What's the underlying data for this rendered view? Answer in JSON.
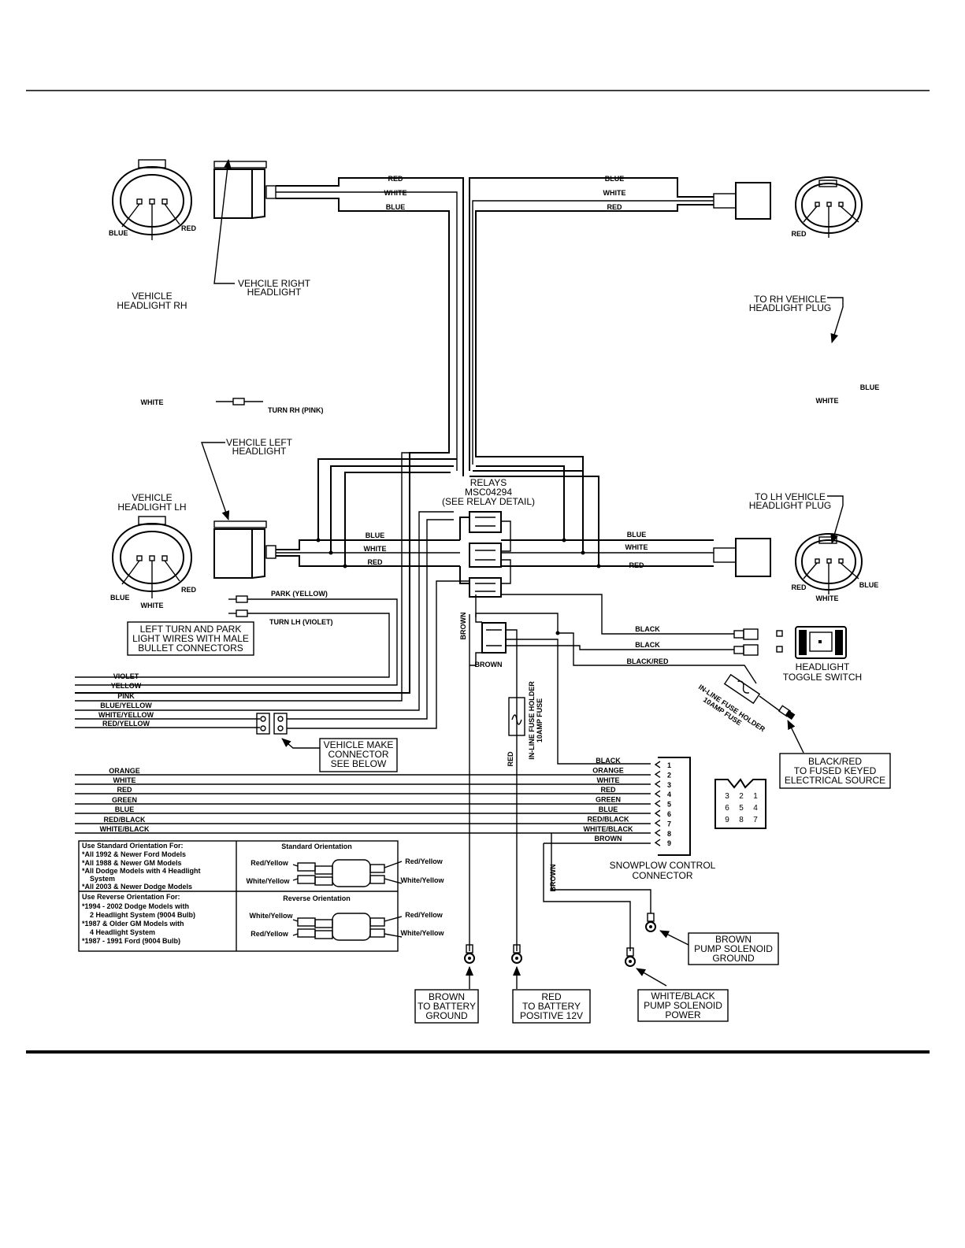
{
  "components": {
    "rh_headlight_label": [
      "VEHICLE",
      "HEADLIGHT RH"
    ],
    "rh_headlight_callout": [
      "VEHCILE RIGHT",
      "HEADLIGHT"
    ],
    "lh_headlight_label": [
      "VEHICLE",
      "HEADLIGHT LH"
    ],
    "lh_headlight_callout": [
      "VEHCILE LEFT",
      "HEADLIGHT"
    ],
    "rh_plug_label": [
      "TO RH VEHICLE",
      "HEADLIGHT PLUG"
    ],
    "lh_plug_label": [
      "TO LH VEHICLE",
      "HEADLIGHT PLUG"
    ],
    "relays_label": [
      "RELAYS",
      "MSC04294",
      "(SEE RELAY DETAIL)"
    ],
    "turn_rh_label": "TURN RH (PINK)",
    "park_label": "PARK (YELLOW)",
    "turn_lh_label": "TURN LH (VIOLET)",
    "bullet_box": [
      "LEFT TURN AND PARK",
      "LIGHT WIRES WITH MALE",
      "BULLET CONNECTORS"
    ],
    "vehicle_make_box": [
      "VEHICLE MAKE",
      "CONNECTOR",
      "SEE BELOW"
    ],
    "toggle_label": [
      "HEADLIGHT",
      "TOGGLE SWITCH"
    ],
    "fuse_keyed_label": [
      "IN-LINE FUSE HOLDER",
      "10AMP FUSE"
    ],
    "keyed_box": [
      "BLACK/RED",
      "TO FUSED KEYED",
      "ELECTRICAL SOURCE"
    ],
    "inline_fuse_label": [
      "IN-LINE FUSE HOLDER",
      "10AMP FUSE"
    ],
    "snowplow_label": [
      "SNOWPLOW CONTROL",
      "CONNECTOR"
    ],
    "battery_ground_box": [
      "BROWN",
      "TO BATTERY",
      "GROUND"
    ],
    "battery_pos_box": [
      "RED",
      "TO BATTERY",
      "POSITIVE 12V"
    ],
    "pump_power_box": [
      "WHITE/BLACK",
      "PUMP SOLENOID",
      "POWER"
    ],
    "pump_ground_box": [
      "BROWN",
      "PUMP SOLENOID",
      "GROUND"
    ]
  },
  "pin_labels": {
    "rh_headlight": [
      "BLUE",
      "WHITE",
      "RED"
    ],
    "rh_plug": [
      "RED",
      "WHITE",
      "BLUE"
    ],
    "lh_headlight": [
      "BLUE",
      "WHITE",
      "RED"
    ],
    "lh_plug": [
      "RED",
      "WHITE",
      "BLUE"
    ]
  },
  "wire_labels": {
    "rh_left": [
      "RED",
      "WHITE",
      "BLUE"
    ],
    "rh_right": [
      "BLUE",
      "WHITE",
      "RED"
    ],
    "lh_left": [
      "BLUE",
      "WHITE",
      "RED"
    ],
    "lh_right": [
      "BLUE",
      "WHITE",
      "RED"
    ],
    "switch": [
      "BLACK",
      "BLACK",
      "BLACK/RED"
    ],
    "brown_vertical": "BROWN",
    "brown_horizontal": "BROWN",
    "red_vertical": "RED",
    "brown_pump": "BROWN"
  },
  "harness_wires_upper": [
    "VIOLET",
    "YELLOW",
    "PINK",
    "BLUE/YELLOW",
    "WHITE/YELLOW",
    "RED/YELLOW"
  ],
  "harness_wires_lower": [
    "ORANGE",
    "WHITE",
    "RED",
    "GREEN",
    "BLUE",
    "RED/BLACK",
    "WHITE/BLACK"
  ],
  "snowplow_connector": {
    "wires": [
      "BLACK",
      "ORANGE",
      "WHITE",
      "RED",
      "GREEN",
      "BLUE",
      "RED/BLACK",
      "WHITE/BLACK",
      "BROWN"
    ],
    "pins": [
      "1",
      "2",
      "3",
      "4",
      "5",
      "6",
      "7",
      "8",
      "9"
    ],
    "pin_grid": [
      [
        "3",
        "2",
        "1"
      ],
      [
        "6",
        "5",
        "4"
      ],
      [
        "9",
        "8",
        "7"
      ]
    ]
  },
  "orientation_table": {
    "standard_heading": "Use Standard Orientation For:",
    "standard_items": [
      "*All 1992 & Newer Ford Models",
      "*All 1988 & Newer GM Models",
      "*All Dodge Models with 4 Headlight",
      "System",
      "*All 2003 & Newer Dodge Models"
    ],
    "standard_title": "Standard Orientation",
    "standard_labels": [
      "Red/Yellow",
      "Red/Yellow",
      "White/Yellow",
      "White/Yellow"
    ],
    "reverse_heading": "Use Reverse Orientation For:",
    "reverse_items": [
      "*1994 - 2002 Dodge Models with",
      "2 Headlight System (9004 Bulb)",
      "*1987 & Older GM Models with",
      "4 Headlight System",
      "*1987 - 1991 Ford (9004 Bulb)"
    ],
    "reverse_title": "Reverse Orientation",
    "reverse_labels": [
      "White/Yellow",
      "Red/Yellow",
      "Red/Yellow",
      "White/Yellow"
    ]
  }
}
